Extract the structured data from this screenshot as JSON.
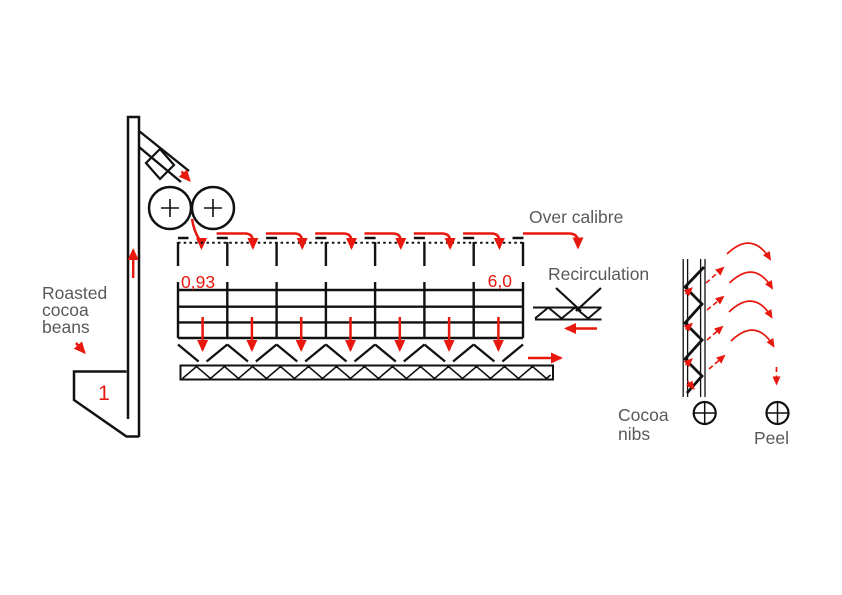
{
  "labels": {
    "feed_line1": "Roasted",
    "feed_line2": "cocoa",
    "feed_line3": "beans",
    "hopper_number": "1",
    "sieve_first_mm": "0,93",
    "sieve_last_mm": "6,0",
    "over_calibre": "Over calibre",
    "recirculation": "Recirculation",
    "nibs_line1": "Cocoa",
    "nibs_line2": "nibs",
    "peel": "Peel"
  },
  "colors": {
    "line_black": "#111111",
    "flow_red": "#e8180f",
    "label_gray": "#58595b",
    "background": "#ffffff"
  }
}
